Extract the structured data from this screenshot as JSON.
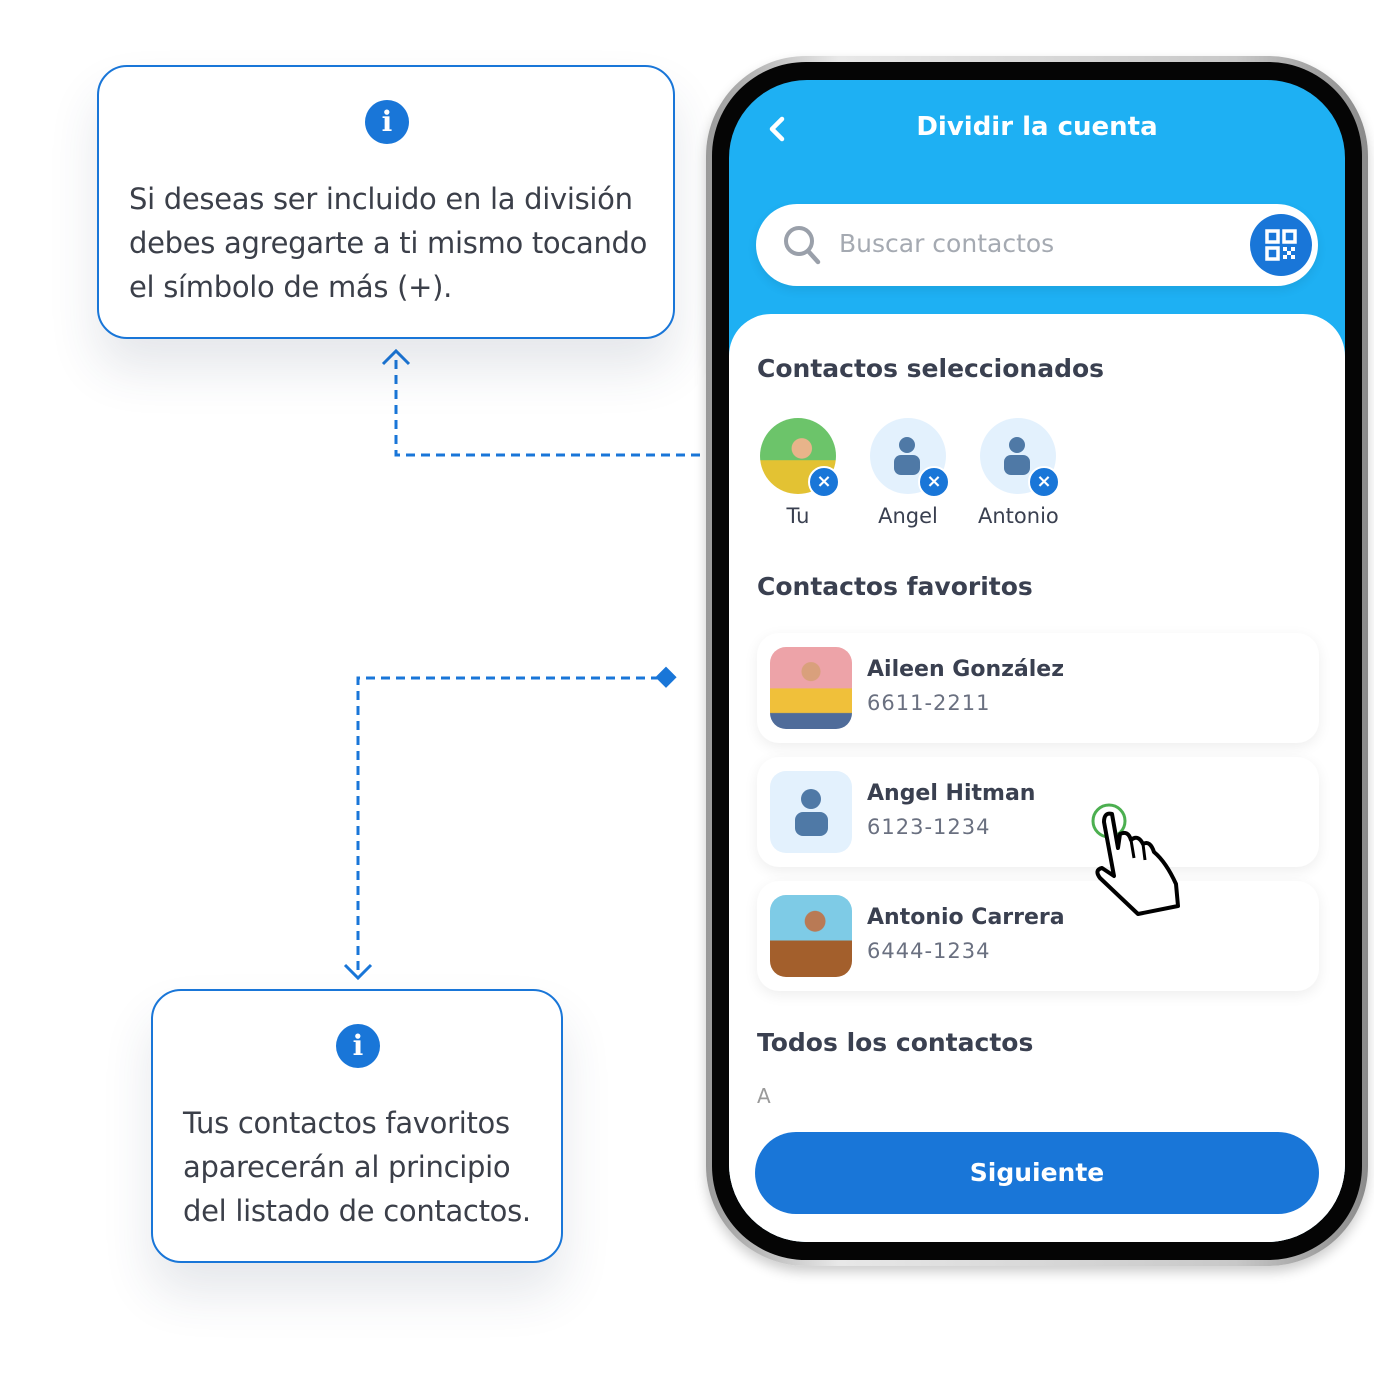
{
  "callouts": [
    {
      "lines": [
        "Si deseas ser incluido en la división",
        "debes agregarte a ti mismo tocando",
        "el símbolo de más (+)."
      ]
    },
    {
      "lines": [
        "Tus contactos favoritos",
        "aparecerán al principio",
        "del listado de contactos."
      ]
    }
  ],
  "info_glyph": "i",
  "app": {
    "title": "Dividir la cuenta",
    "search_placeholder": "Buscar contactos",
    "selected_heading": "Contactos seleccionados",
    "selected": [
      {
        "name": "Tu"
      },
      {
        "name": "Angel"
      },
      {
        "name": "Antonio"
      }
    ],
    "remove_glyph": "×",
    "favorites_heading": "Contactos favoritos",
    "favorites": [
      {
        "name": "Aileen González",
        "phone": "6611-2211"
      },
      {
        "name": "Angel Hitman",
        "phone": "6123-1234"
      },
      {
        "name": "Antonio Carrera",
        "phone": "6444-1234"
      }
    ],
    "all_heading": "Todos los contactos",
    "index_letter": "A",
    "next_button": "Siguiente"
  },
  "colors": {
    "primary": "#1976D8",
    "header": "#1EB0F3"
  }
}
